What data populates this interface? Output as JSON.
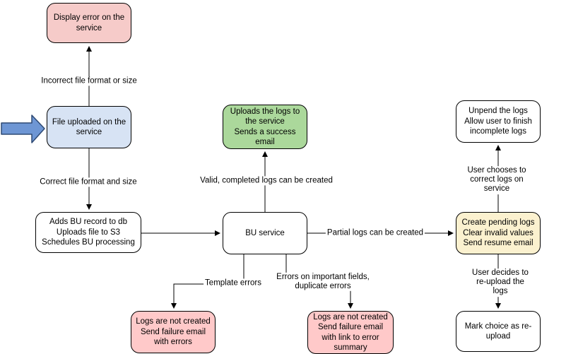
{
  "diagram_type": "flowchart",
  "nodes": {
    "display_error": {
      "label": "Display error on the\nservice",
      "fill": "#f6cbc9"
    },
    "file_uploaded": {
      "label": "File uploaded on the\nservice",
      "fill": "#d7e3f4"
    },
    "adds_bu_record": {
      "label": "Adds BU record to db\nUploads file to S3\nSchedules BU processing",
      "fill": "#ffffff"
    },
    "uploads_logs_success": {
      "label": "Uploads the logs to\nthe service\nSends a success\nemail",
      "fill": "#abd89b"
    },
    "bu_service": {
      "label": "BU service",
      "fill": "#ffffff"
    },
    "unpend_logs": {
      "label": "Unpend the logs\nAllow user to finish\nincomplete logs",
      "fill": "#ffffff"
    },
    "create_pending_logs": {
      "label": "Create pending logs\nClear invalid values\nSend resume email",
      "fill": "#fbf1cf"
    },
    "mark_reupload": {
      "label": "Mark choice as re-\nupload",
      "fill": "#ffffff"
    },
    "logs_not_created_errors": {
      "label": "Logs are not created\nSend failure email\nwith errors",
      "fill": "#ffc9c9"
    },
    "logs_not_created_summary": {
      "label": "Logs are not created\nSend failure email\nwith link to error\nsummary",
      "fill": "#ffc9c9"
    }
  },
  "edge_labels": {
    "incorrect_format": "Incorrect file format or size",
    "correct_format": "Correct file format and size",
    "valid_completed": "Valid, completed logs can be created",
    "partial_logs": "Partial logs can be created",
    "template_errors": "Template errors",
    "important_field_errors": "Errors on important fields,\nduplicate errors",
    "user_chooses_correct": "User chooses to correct logs on service",
    "user_decides_reupload": "User decides to re-upload the logs"
  },
  "colors": {
    "node_red_top": "#f6cbc9",
    "node_red_bottom": "#ffc9c9",
    "node_blue": "#d7e3f4",
    "node_green": "#abd89b",
    "node_yellow": "#fbf1cf",
    "node_white": "#ffffff",
    "stroke": "#000000",
    "pointer_arrow_fill": "#6e96d4",
    "pointer_arrow_stroke": "#2e4a74"
  }
}
